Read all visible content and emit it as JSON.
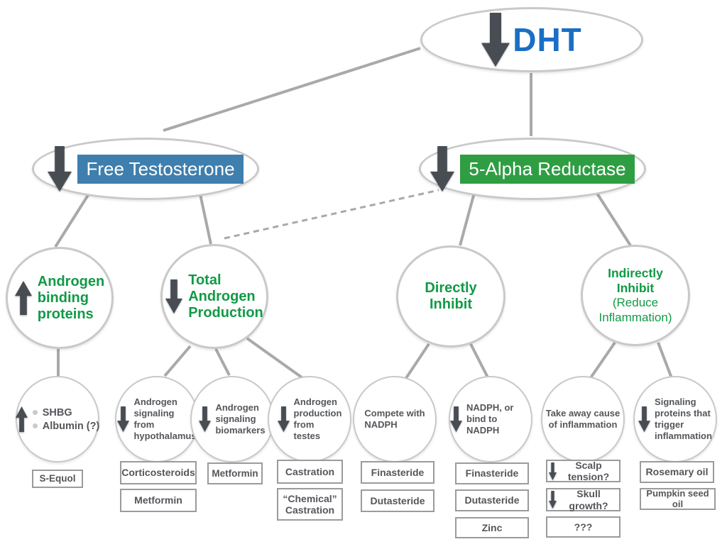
{
  "root": {
    "label": "DHT"
  },
  "level2": {
    "free_testosterone": "Free Testosterone",
    "five_alpha_reductase": "5-Alpha Reductase"
  },
  "strategies": {
    "androgen_binding_proteins": "Androgen\nbinding\nproteins",
    "total_androgen_production": "Total\nAndrogen\nProduction",
    "directly_inhibit": "Directly\nInhibit",
    "indirectly_inhibit": "Indirectly\nInhibit",
    "indirectly_inhibit_note": "(Reduce\nInflammation)"
  },
  "mechanisms": {
    "shbg": "SHBG",
    "albumin": "Albumin (?)",
    "signaling_hypothalamus": "Androgen\nsignaling\nfrom\nhypothalamus",
    "signaling_biomarkers": "Androgen\nsignaling\nbiomarkers",
    "production_testes": "Androgen\nproduction\nfrom\ntestes",
    "compete_nadph": "Compete with\nNADPH",
    "bind_nadph": "NADPH, or\nbind to NADPH",
    "remove_inflammation_cause": "Take away cause\nof inflammation",
    "signaling_proteins": "Signaling\nproteins that\ntrigger\ninflammation"
  },
  "interventions": {
    "s_equol": "S-Equol",
    "corticosteroids": "Corticosteroids",
    "metformin_hypothalamus": "Metformin",
    "metformin_biomarkers": "Metformin",
    "castration": "Castration",
    "chemical_castration": "“Chemical”\nCastration",
    "finasteride_compete": "Finasteride",
    "dutasteride_compete": "Dutasteride",
    "finasteride_bind": "Finasteride",
    "dutasteride_bind": "Dutasteride",
    "zinc": "Zinc",
    "scalp_tension": "Scalp tension?",
    "skull_growth": "Skull growth?",
    "unknown": "???",
    "rosemary_oil": "Rosemary oil",
    "pumpkin_seed_oil": "Pumpkin seed oil"
  },
  "colors": {
    "dht_text": "#1a6fc4",
    "free_testosterone_box": "#3e7fae",
    "reductase_box": "#2f9e43",
    "strategy_text": "#119a46",
    "arrow": "#474d53",
    "connector_line": "#a9a9a9",
    "node_border": "#c9c9c9",
    "intervention_border": "#9b9b9b",
    "dark_text": "#54565a"
  }
}
